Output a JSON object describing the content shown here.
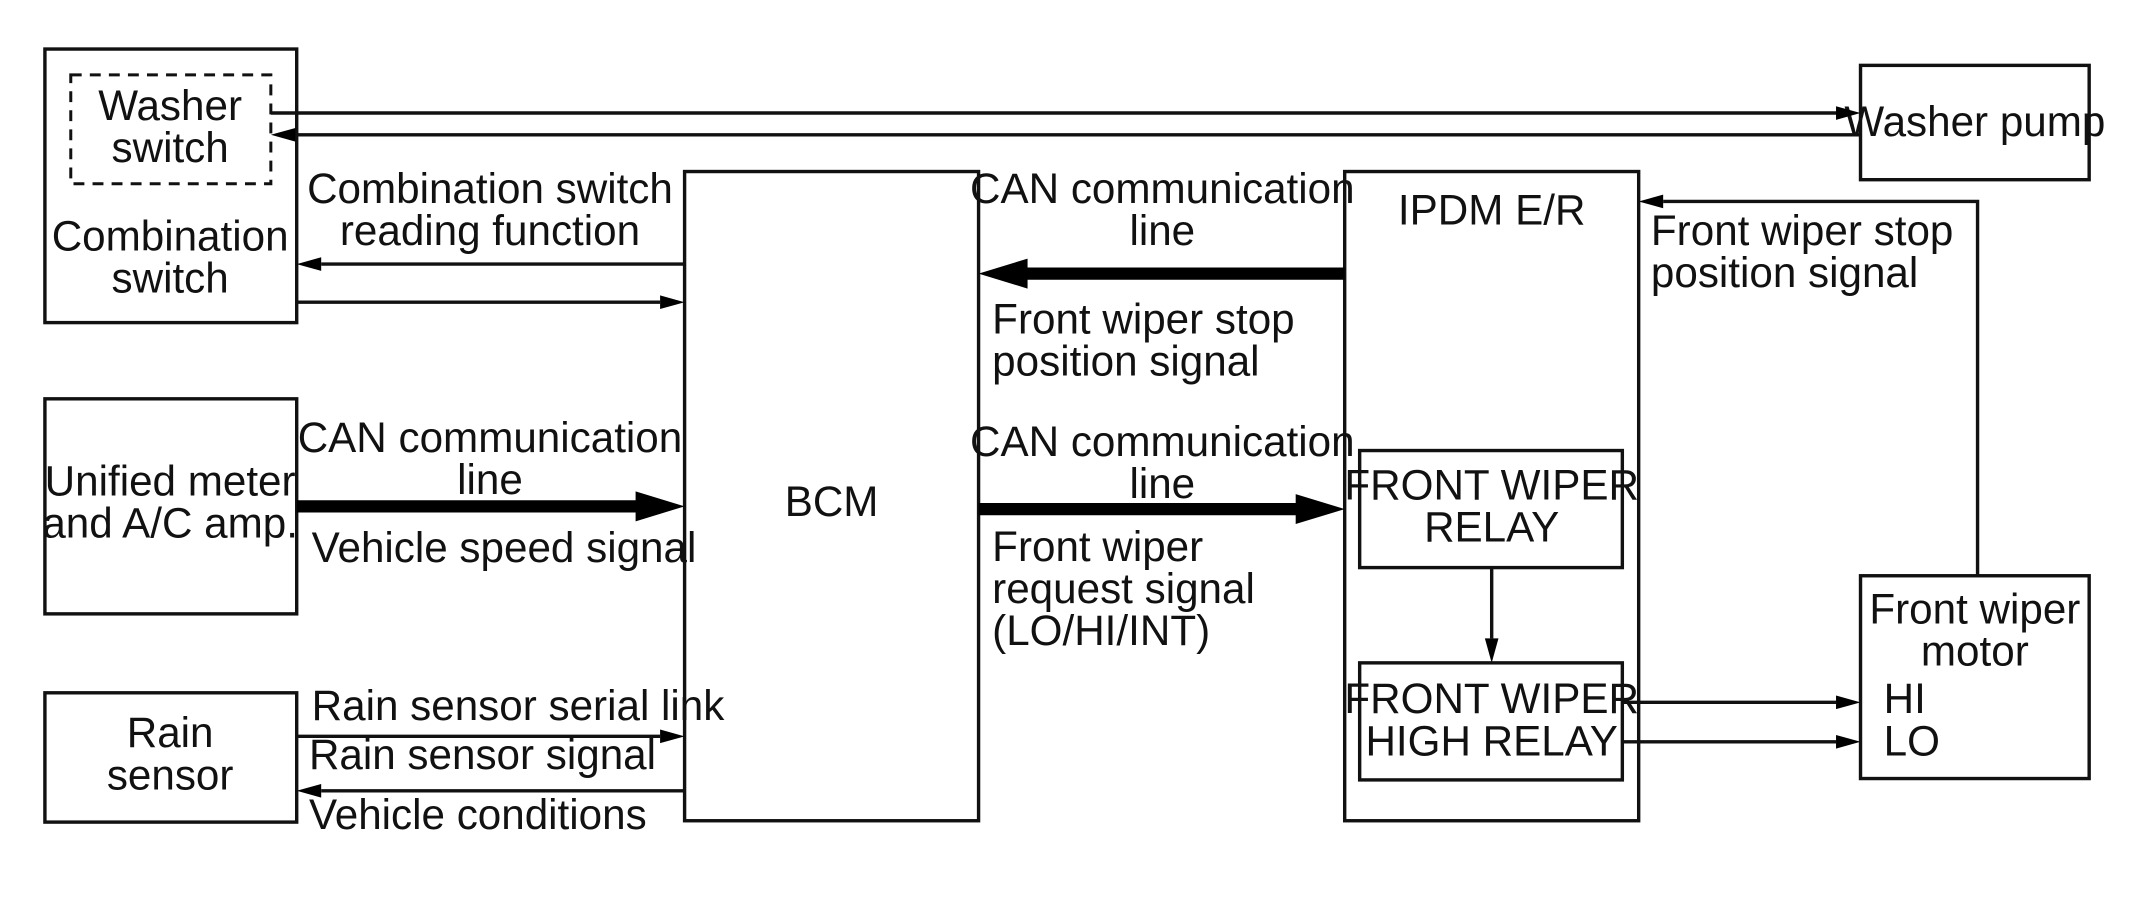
{
  "blocks": {
    "washer_switch": [
      "Washer",
      "switch"
    ],
    "combination_switch": [
      "Combination",
      "switch"
    ],
    "unified_meter": [
      "Unified meter",
      "and A/C amp."
    ],
    "rain_sensor": [
      "Rain",
      "sensor"
    ],
    "bcm": "BCM",
    "ipdm": "IPDM E/R",
    "front_wiper_relay": [
      "FRONT WIPER",
      "RELAY"
    ],
    "front_wiper_high_relay": [
      "FRONT WIPER",
      "HIGH RELAY"
    ],
    "washer_pump": "Washer pump",
    "front_wiper_motor": [
      "Front wiper",
      "motor"
    ],
    "motor_hi": "HI",
    "motor_lo": "LO"
  },
  "labels": {
    "combination_switch_reading": [
      "Combination switch",
      "reading function"
    ],
    "can_line_meter": [
      "CAN communication",
      "line"
    ],
    "vehicle_speed_signal": "Vehicle speed signal",
    "rain_sensor_serial_link": "Rain sensor serial link",
    "rain_sensor_signal": "Rain sensor signal",
    "vehicle_conditions": "Vehicle conditions",
    "can_line_ipdm_to_bcm": [
      "CAN communication",
      "line"
    ],
    "front_wiper_stop_bcm": [
      "Front wiper stop",
      "position signal"
    ],
    "can_line_bcm_to_ipdm": [
      "CAN communication",
      "line"
    ],
    "front_wiper_request": [
      "Front wiper",
      "request signal",
      "(LO/HI/INT)"
    ],
    "front_wiper_stop_motor": [
      "Front wiper stop",
      "position signal"
    ]
  }
}
